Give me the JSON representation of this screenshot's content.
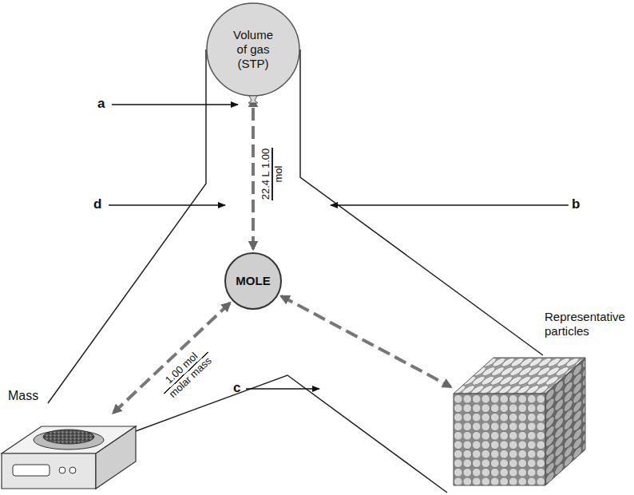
{
  "diagram": {
    "nodes": [
      {
        "text": [
          "Volume of gas (STP)"
        ]
      },
      {
        "text": [
          "MOLE"
        ]
      },
      {
        "text": [
          "Mass"
        ]
      },
      {
        "text": [
          "Representative particles"
        ]
      }
    ],
    "edges": [
      {
        "from": 1,
        "to": 0,
        "arrow": "both",
        "label": "22.4 L 1.00 mol"
      },
      {
        "from": 1,
        "to": 2,
        "arrow": "both",
        "label": "1.00 mol molar mass"
      },
      {
        "from": 1,
        "to": 3,
        "arrow": "both"
      }
    ],
    "labels": [
      "a",
      "d",
      "b",
      "c"
    ]
  }
}
